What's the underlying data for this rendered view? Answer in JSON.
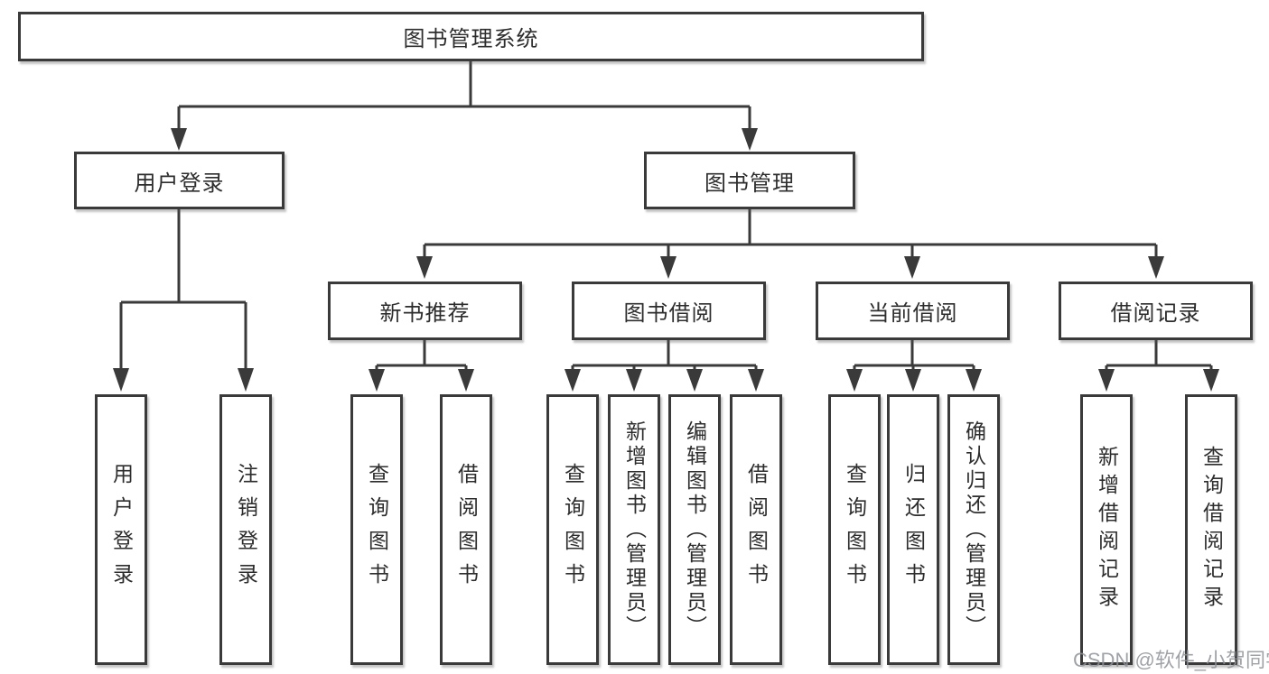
{
  "colors": {
    "background": "#ffffff",
    "line": "#3a3a3a",
    "box_border": "#3a3a3a",
    "text": "#2d2d2d",
    "watermark": "#8e9399"
  },
  "watermark": {
    "text": "CSDN @软件_小贺同学"
  },
  "tree": {
    "root": {
      "label": "图书管理系统"
    },
    "branches": [
      {
        "label": "用户登录",
        "children": [
          {
            "label": "用户登录"
          },
          {
            "label": "注销登录"
          }
        ]
      },
      {
        "label": "图书管理",
        "children": [
          {
            "label": "新书推荐",
            "children": [
              {
                "label": "查询图书"
              },
              {
                "label": "借阅图书"
              }
            ]
          },
          {
            "label": "图书借阅",
            "children": [
              {
                "label": "查询图书"
              },
              {
                "label": "新增图书（管理员）"
              },
              {
                "label": "编辑图书（管理员）"
              },
              {
                "label": "借阅图书"
              }
            ]
          },
          {
            "label": "当前借阅",
            "children": [
              {
                "label": "查询图书"
              },
              {
                "label": "归还图书"
              },
              {
                "label": "确认归还（管理员）"
              }
            ]
          },
          {
            "label": "借阅记录",
            "children": [
              {
                "label": "新增借阅记录"
              },
              {
                "label": "查询借阅记录"
              }
            ]
          }
        ]
      }
    ]
  }
}
